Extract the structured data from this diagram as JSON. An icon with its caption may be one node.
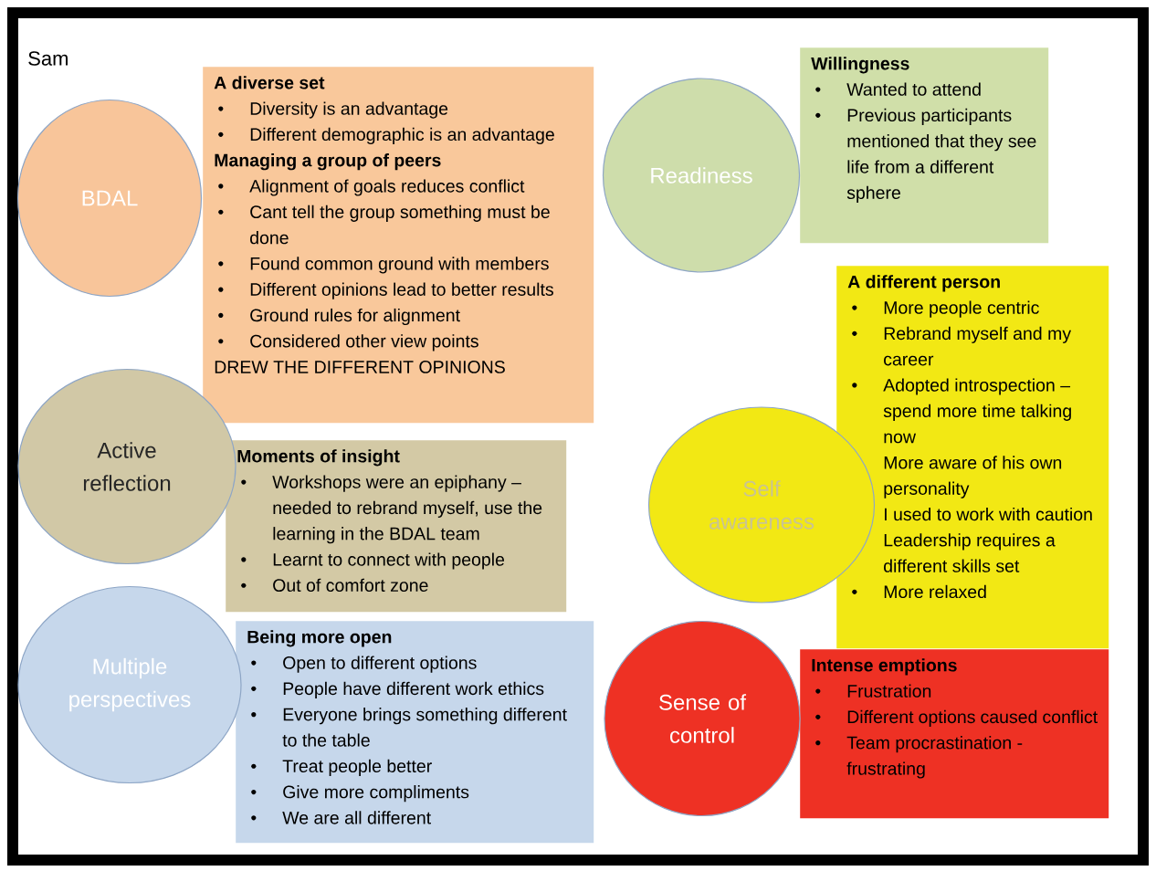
{
  "diagram": {
    "nodes": [
      {
        "text": [
          "BDAL"
        ]
      },
      {
        "text": [
          "A diverse set",
          "Diversity is an advantage",
          "Different demographic is an advantage",
          "Managing a group of peers",
          "Alignment of goals reduces conflict",
          "Cant tell the group something must be done",
          "Found common ground with members",
          "Different opinions lead to better results",
          "Ground rules for alignment",
          "Considered other view points",
          "DREW THE DIFFERENT OPINIONS"
        ]
      },
      {
        "text": [
          "Readiness"
        ]
      },
      {
        "text": [
          "Willingness",
          "Wanted to attend",
          "Previous participants mentioned that they see life from a different sphere"
        ]
      },
      {
        "text": [
          "A different person",
          "More people centric",
          "Rebrand myself and my career",
          "Adopted introspection – spend more time talking now",
          "More aware of his own personality",
          "I used to work with caution",
          "Leadership requires a different skills set",
          "More relaxed"
        ]
      },
      {
        "text": [
          "Active reflection"
        ]
      },
      {
        "text": [
          "Moments of insight",
          "Workshops were an epiphany – needed to rebrand myself, use the learning in the BDAL team",
          "Learnt to connect with people",
          "Out of comfort zone"
        ]
      },
      {
        "text": [
          "Self awareness"
        ]
      },
      {
        "text": [
          "Multiple perspectives"
        ]
      },
      {
        "text": [
          "Being more open",
          "Open to different options",
          "People have different work ethics",
          "Everyone brings something different to the table",
          "Treat people better",
          "Give more compliments",
          "We are all different"
        ]
      },
      {
        "text": [
          "Sense of control"
        ]
      },
      {
        "text": [
          "Intense emptions",
          "Frustration",
          "Different options caused conflict",
          "Team procrastination - frustrating"
        ]
      }
    ],
    "labels": [
      "Sam"
    ]
  }
}
